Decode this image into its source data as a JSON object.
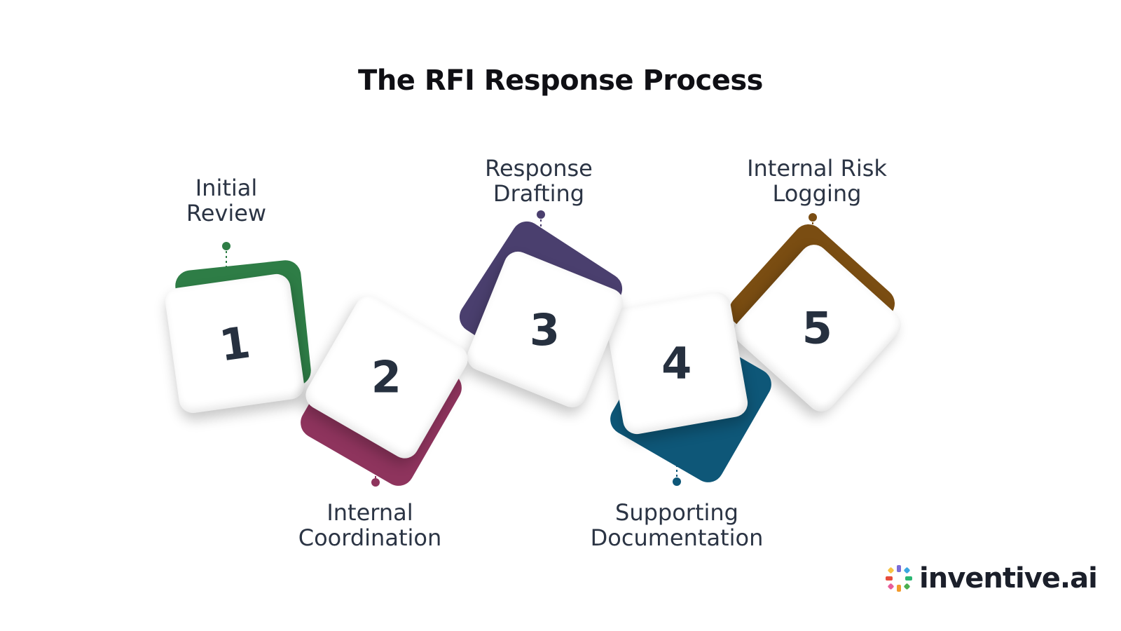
{
  "title": "The RFI Response Process",
  "steps": [
    {
      "number": "1",
      "label": [
        "Initial",
        "Review"
      ],
      "color": "#2e7d46"
    },
    {
      "number": "2",
      "label": [
        "Internal",
        "Coordination"
      ],
      "color": "#8e345d"
    },
    {
      "number": "3",
      "label": [
        "Response",
        "Drafting"
      ],
      "color": "#4a3f6e"
    },
    {
      "number": "4",
      "label": [
        "Supporting",
        "Documentation"
      ],
      "color": "#0e5778"
    },
    {
      "number": "5",
      "label": [
        "Internal Risk",
        "Logging"
      ],
      "color": "#7a4d12"
    }
  ],
  "brand": {
    "name": "inventive.ai",
    "logo_icon": "pinwheel-logo-icon"
  }
}
